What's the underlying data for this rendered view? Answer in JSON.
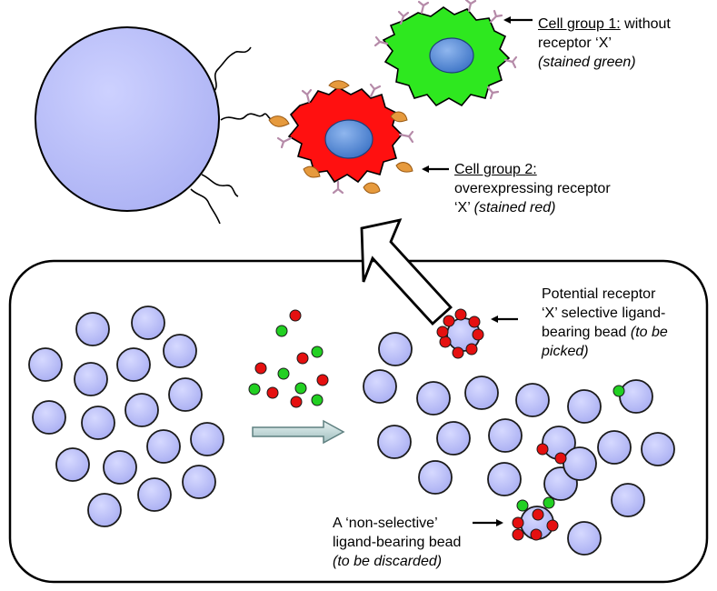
{
  "colors": {
    "bead_fill": "#b3b8f5",
    "bead_stroke": "#1a1a1a",
    "large_cell_fill": "#b7bcf7",
    "green_cell": "#2ee81f",
    "red_cell": "#ff1010",
    "nucleus": "#4f86d2",
    "ligand_red": "#e51010",
    "ligand_green": "#22d022",
    "receptor_orange": "#e69a3d",
    "receptor_pink": "#b58aa8"
  },
  "labels": {
    "group1": {
      "title": "Cell group 1:",
      "rest_line1": " without",
      "line2": "receptor ‘X’",
      "line3": "(stained green)"
    },
    "group2": {
      "title": "Cell group 2:",
      "line2": "overexpressing receptor",
      "line3_plain": "‘X’ ",
      "line3_italic": "(stained red)"
    },
    "selective": {
      "line1": "Potential receptor",
      "line2": "‘X’ selective ligand-",
      "line3_plain": "bearing bead ",
      "line3_italic": "(to be",
      "line4": "picked)"
    },
    "nonselective": {
      "line1": "A ‘non-selective’",
      "line2": "ligand-bearing bead",
      "line3": "(to be discarded)"
    }
  }
}
